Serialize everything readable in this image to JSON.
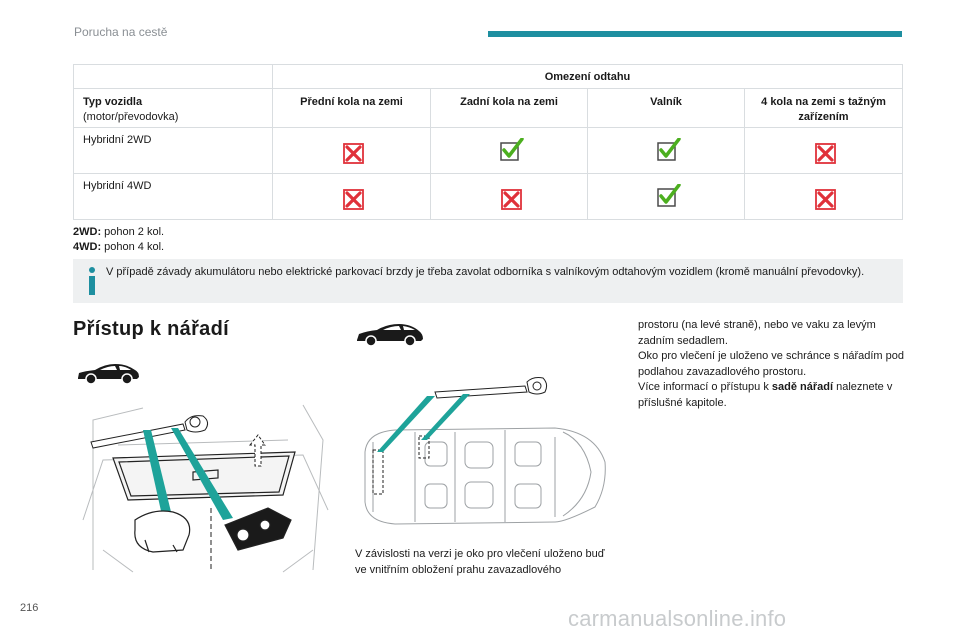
{
  "header": {
    "section": "Porucha na cestě"
  },
  "table": {
    "group_header": "Omezení odtahu",
    "col_header_main": "Typ vozidla",
    "col_header_sub": "(motor/převodovka)",
    "columns": [
      "Přední kola na zemi",
      "Zadní kola na zemi",
      "Valník",
      "4 kola na zemi s tažným zařízením"
    ],
    "rows": [
      {
        "label": "Hybridní 2WD",
        "marks": [
          "cross",
          "check",
          "check",
          "cross"
        ]
      },
      {
        "label": "Hybridní 4WD",
        "marks": [
          "cross",
          "cross",
          "check",
          "cross"
        ]
      }
    ]
  },
  "notes": [
    {
      "term": "2WD:",
      "text": " pohon 2 kol."
    },
    {
      "term": "4WD:",
      "text": " pohon 4 kol."
    }
  ],
  "info": {
    "text": "V případě závady akumulátoru nebo elektrické parkovací brzdy je třeba zavolat odborníka s valníkovým odtahovým vozidlem (kromě manuální převodovky)."
  },
  "section_title": "Přístup k nářadí",
  "caption": "V závislosti na verzi je oko pro vlečení uloženo buď ve vnitřním obložení prahu zavazadlového",
  "right_text": {
    "p1": "prostoru (na levé straně), nebo ve vaku za levým zadním sedadlem.",
    "p2": "Oko pro vlečení je uloženo ve schránce s nářadím pod podlahou zavazadlového prostoru.",
    "p3_before": "Více informací o přístupu k ",
    "p3_bold": "sadě nářadí",
    "p3_after": " naleznete v příslušné kapitole."
  },
  "page_number": "216",
  "footer": "carmanualsonline.info",
  "colors": {
    "accent": "#1e8fa0",
    "cross": "#e0313a",
    "check": "#4caf1f"
  }
}
